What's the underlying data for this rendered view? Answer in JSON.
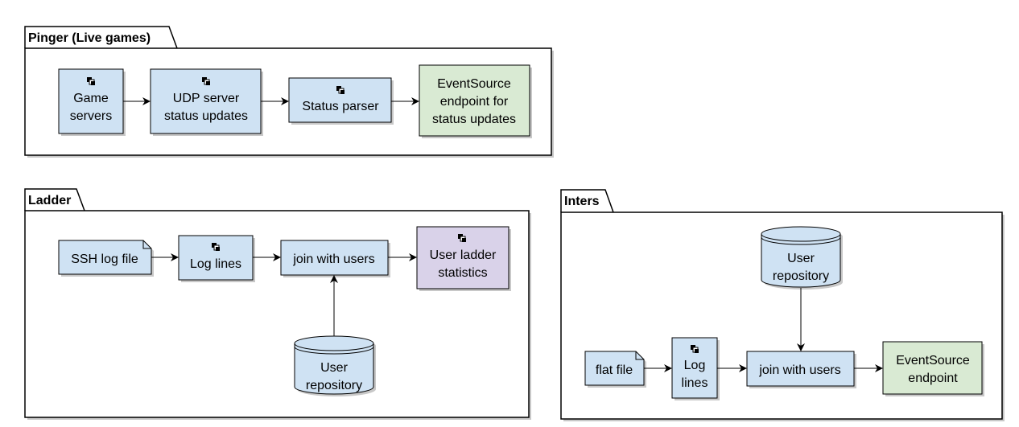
{
  "colors": {
    "node_blue": "#cfe2f3",
    "node_green": "#d9ead3",
    "node_purple": "#d9d2e9",
    "stroke": "#000000",
    "shadow": "#c8c8c8"
  },
  "packages": {
    "pinger": {
      "title": "Pinger (Live games)",
      "nodes": {
        "game_servers": {
          "line1": "Game",
          "line2": "servers"
        },
        "udp_server": {
          "line1": "UDP server",
          "line2": "status updates"
        },
        "status_parser": {
          "line1": "Status parser"
        },
        "eventsource": {
          "line1": "EventSource",
          "line2": "endpoint for",
          "line3": "status updates"
        }
      }
    },
    "ladder": {
      "title": "Ladder",
      "nodes": {
        "ssh_log_file": {
          "line1": "SSH log file"
        },
        "log_lines": {
          "line1": "Log lines"
        },
        "join_with_users": {
          "line1": "join with users"
        },
        "user_ladder_statistics": {
          "line1": "User ladder",
          "line2": "statistics"
        },
        "user_repository": {
          "line1": "User",
          "line2": "repository"
        }
      }
    },
    "inters": {
      "title": "Inters",
      "nodes": {
        "user_repository": {
          "line1": "User",
          "line2": "repository"
        },
        "flat_file": {
          "line1": "flat file"
        },
        "log_lines": {
          "line1": "Log",
          "line2": "lines"
        },
        "join_with_users": {
          "line1": "join with users"
        },
        "eventsource": {
          "line1": "EventSource",
          "line2": "endpoint"
        }
      }
    }
  }
}
